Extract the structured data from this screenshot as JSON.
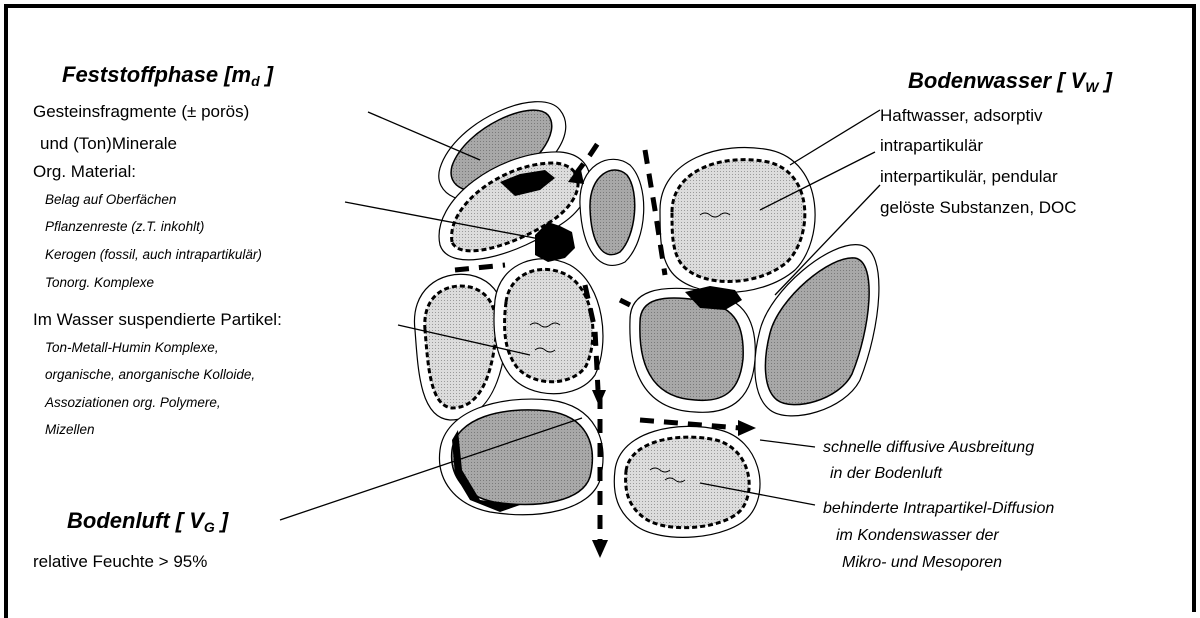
{
  "solid": {
    "title": "Feststoffphase [m",
    "title_sub": "d",
    "title_end": " ]",
    "line1": "Gesteinsfragmente (± porös)",
    "line2": "und (Ton)Minerale",
    "org_title": "Org. Material:",
    "org_items": [
      "Belag auf Oberfächen",
      "Pflanzenreste (z.T. inkohlt)",
      "Kerogen (fossil, auch intrapartikulär)",
      "Tonorg. Komplexe"
    ],
    "susp_title": "Im Wasser suspendierte Partikel:",
    "susp_items": [
      "Ton-Metall-Humin Komplexe,",
      "organische, anorganische Kolloide,",
      "Assoziationen org. Polymere,",
      "Mizellen"
    ]
  },
  "water": {
    "title": "Bodenwasser [ V",
    "title_sub": "W",
    "title_end": " ]",
    "items": [
      "Haftwasser, adsorptiv",
      "intrapartikulär",
      "interpartikulär, pendular",
      "gelöste Substanzen, DOC"
    ]
  },
  "air": {
    "title": "Bodenluft [ V",
    "title_sub": "G",
    "title_end": " ]",
    "sub_text": "relative Feuchte > 95%"
  },
  "diffusion": {
    "fast_1": "schnelle diffusive Ausbreitung",
    "fast_2": "in der Bodenluft",
    "slow_1": "behinderte Intrapartikel-Diffusion",
    "slow_2": "im Kondenswasser der",
    "slow_3": "Mikro- und Mesoporen"
  },
  "colors": {
    "grain_dark": "#a6a6a6",
    "grain_light": "#d9d9d9",
    "line": "#000000"
  }
}
